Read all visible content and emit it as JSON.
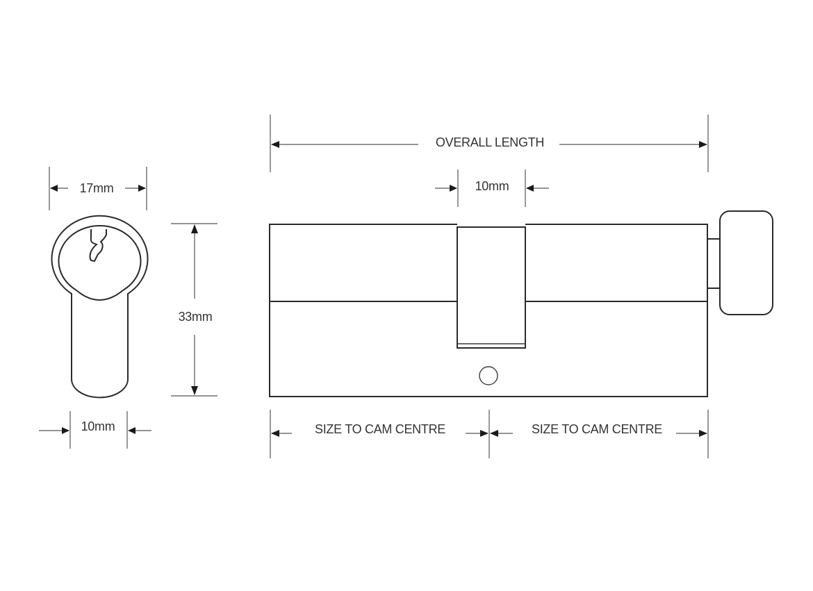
{
  "diagram": {
    "subject": "Euro profile cylinder lock with thumbturn",
    "front_view": {
      "width_label": "17mm",
      "height_label": "33mm",
      "bottom_width_label": "10mm"
    },
    "side_view": {
      "overall_length_label": "OVERALL LENGTH",
      "cam_width_label": "10mm",
      "left_segment_label": "SIZE TO CAM CENTRE",
      "right_segment_label": "SIZE TO CAM CENTRE"
    },
    "colors": {
      "line": "#2a2a2a",
      "text": "#333333",
      "background": "#ffffff"
    }
  }
}
